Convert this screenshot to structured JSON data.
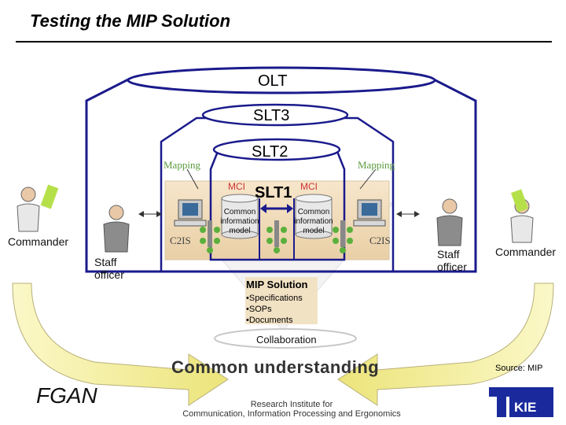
{
  "header": {
    "title": "Testing the MIP Solution"
  },
  "layers": {
    "olt": "OLT",
    "slt3": "SLT3",
    "slt2": "SLT2",
    "slt1": "SLT1"
  },
  "mapping_left": "Mapping",
  "mapping_right": "Mapping",
  "mci_left": "MCI",
  "mci_right": "MCI",
  "common_info_model_left": "Common information model",
  "common_info_model_right": "Common information model",
  "c2is_left": "C2IS",
  "c2is_right": "C2IS",
  "roles": {
    "commander_left": "Commander",
    "staff_officer_left": "Staff officer",
    "staff_officer_right": "Staff officer",
    "commander_right": "Commander"
  },
  "mip_solution": {
    "title": "MIP Solution",
    "items": [
      "•Specifications",
      "•SOPs",
      "•Documents"
    ]
  },
  "collaboration": "Collaboration",
  "common_understanding": "Common understanding",
  "source": "Source: MIP",
  "footer": {
    "org_logo": "FGAN",
    "institute_line1": "Research Institute for",
    "institute_line2": "Communication, Information Processing and Ergonomics",
    "kie_logo": "KIE"
  },
  "colors": {
    "frame_blue": "#1a1a8c",
    "inner_fill": "#f3dfc0",
    "arrow_yellow": "#f5f0a0",
    "mapping_green": "#5a9a3c",
    "mci_red": "#cc3333",
    "kie_blue": "#1a2a9c"
  }
}
